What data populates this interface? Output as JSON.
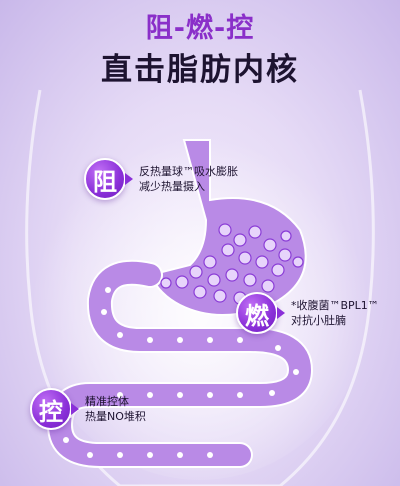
{
  "header": {
    "title": "阻-燃-控",
    "subtitle": "直击脂肪内核"
  },
  "callouts": [
    {
      "badge": "阻",
      "line1": "反热量球™吸水膨胀",
      "line2": "减少热量摄入"
    },
    {
      "badge": "燃",
      "line1": "*收腹菌™BPL1™",
      "line2": "对抗小肚腩"
    },
    {
      "badge": "控",
      "line1": "精准控体",
      "line2": "热量NO堆积"
    }
  ],
  "colors": {
    "accent": "#8a2fc9",
    "organ": "#b98ae6",
    "background": "#ece3f8"
  }
}
